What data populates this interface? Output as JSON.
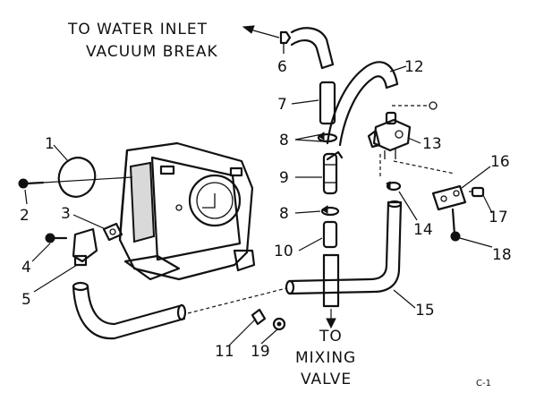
{
  "captions": {
    "inlet_line1": "TO WATER INLET",
    "inlet_line2": "VACUUM BREAK",
    "mixing_line1": "TO",
    "mixing_line2": "MIXING",
    "mixing_line3": "VALVE",
    "figure_code": "C-1"
  },
  "callouts": [
    {
      "id": "c1",
      "text": "1"
    },
    {
      "id": "c2",
      "text": "2"
    },
    {
      "id": "c3",
      "text": "3"
    },
    {
      "id": "c4",
      "text": "4"
    },
    {
      "id": "c5",
      "text": "5"
    },
    {
      "id": "c6",
      "text": "6"
    },
    {
      "id": "c7",
      "text": "7"
    },
    {
      "id": "c8a",
      "text": "8"
    },
    {
      "id": "c8b",
      "text": "8"
    },
    {
      "id": "c9",
      "text": "9"
    },
    {
      "id": "c10",
      "text": "10"
    },
    {
      "id": "c11",
      "text": "11"
    },
    {
      "id": "c12",
      "text": "12"
    },
    {
      "id": "c13",
      "text": "13"
    },
    {
      "id": "c14",
      "text": "14"
    },
    {
      "id": "c15",
      "text": "15"
    },
    {
      "id": "c16",
      "text": "16"
    },
    {
      "id": "c17",
      "text": "17"
    },
    {
      "id": "c18",
      "text": "18"
    },
    {
      "id": "c19",
      "text": "19"
    }
  ]
}
